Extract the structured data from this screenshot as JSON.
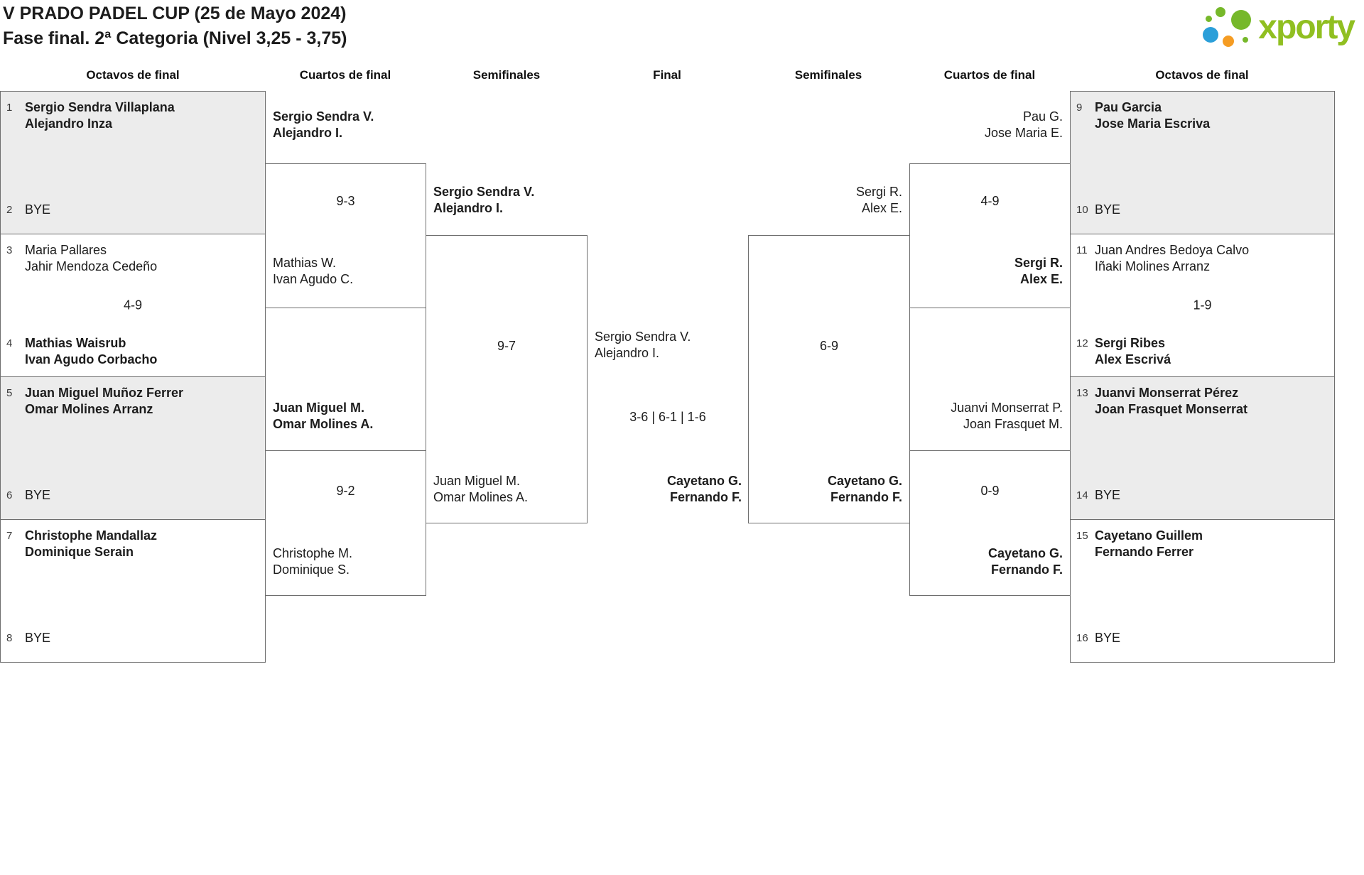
{
  "title": "V PRADO PADEL CUP (25 de Mayo 2024)",
  "subtitle": "Fase final. 2ª Categoria (Nivel 3,25 - 3,75)",
  "logo": {
    "text": "xporty",
    "brand_green": "#90bf21",
    "logo_blue": "#2b9fd9",
    "logo_orange": "#f59c23"
  },
  "round_headers": [
    "Octavos de final",
    "Cuartos de final",
    "Semifinales",
    "Final",
    "Semifinales",
    "Cuartos de final",
    "Octavos de final"
  ],
  "bracket": {
    "r16_left": [
      {
        "seed_top": "1",
        "top": [
          "Sergio Sendra Villaplana",
          "Alejandro Inza"
        ],
        "score": "",
        "seed_bottom": "2",
        "bottom": [
          "BYE"
        ]
      },
      {
        "seed_top": "3",
        "top": [
          "Maria Pallares",
          "Jahir Mendoza Cedeño"
        ],
        "score": "4-9",
        "seed_bottom": "4",
        "bottom": [
          "Mathias Waisrub",
          "Ivan Agudo Corbacho"
        ]
      },
      {
        "seed_top": "5",
        "top": [
          "Juan Miguel Muñoz Ferrer",
          "Omar Molines Arranz"
        ],
        "score": "",
        "seed_bottom": "6",
        "bottom": [
          "BYE"
        ]
      },
      {
        "seed_top": "7",
        "top": [
          "Christophe Mandallaz",
          "Dominique Serain"
        ],
        "score": "",
        "seed_bottom": "8",
        "bottom": [
          "BYE"
        ]
      }
    ],
    "r16_right": [
      {
        "seed_top": "9",
        "top": [
          "Pau Garcia",
          "Jose Maria Escriva"
        ],
        "score": "",
        "seed_bottom": "10",
        "bottom": [
          "BYE"
        ]
      },
      {
        "seed_top": "11",
        "top": [
          "Juan Andres Bedoya Calvo",
          "Iñaki Molines Arranz"
        ],
        "score": "1-9",
        "seed_bottom": "12",
        "bottom": [
          "Sergi Ribes",
          "Alex Escrivá"
        ]
      },
      {
        "seed_top": "13",
        "top": [
          "Juanvi Monserrat Pérez",
          "Joan Frasquet Monserrat"
        ],
        "score": "",
        "seed_bottom": "14",
        "bottom": [
          "BYE"
        ]
      },
      {
        "seed_top": "15",
        "top": [
          "Cayetano Guillem",
          "Fernando Ferrer"
        ],
        "score": "",
        "seed_bottom": "16",
        "bottom": [
          "BYE"
        ]
      }
    ],
    "qf_left": [
      {
        "top": [
          "Sergio Sendra V.",
          "Alejandro I."
        ],
        "score": "9-3",
        "bottom": [
          "Mathias W.",
          "Ivan Agudo C."
        ]
      },
      {
        "top": [
          "Juan Miguel M.",
          "Omar Molines A."
        ],
        "score": "9-2",
        "bottom": [
          "Christophe M.",
          "Dominique S."
        ]
      }
    ],
    "qf_right": [
      {
        "top": [
          "Pau G.",
          "Jose Maria E."
        ],
        "score": "4-9",
        "bottom": [
          "Sergi R.",
          "Alex E."
        ]
      },
      {
        "top": [
          "Juanvi Monserrat P.",
          "Joan Frasquet M."
        ],
        "score": "0-9",
        "bottom": [
          "Cayetano G.",
          "Fernando F."
        ]
      }
    ],
    "sf_left": {
      "top": [
        "Sergio Sendra V.",
        "Alejandro I."
      ],
      "score": "9-7",
      "bottom": [
        "Juan Miguel M.",
        "Omar Molines A."
      ]
    },
    "sf_right": {
      "top": [
        "Sergi R.",
        "Alex E."
      ],
      "score": "6-9",
      "bottom": [
        "Cayetano G.",
        "Fernando F."
      ]
    },
    "final": {
      "left": [
        "Sergio Sendra V.",
        "Alejandro I."
      ],
      "score": "3-6 | 6-1 | 1-6",
      "right": [
        "Cayetano G.",
        "Fernando F."
      ]
    }
  }
}
